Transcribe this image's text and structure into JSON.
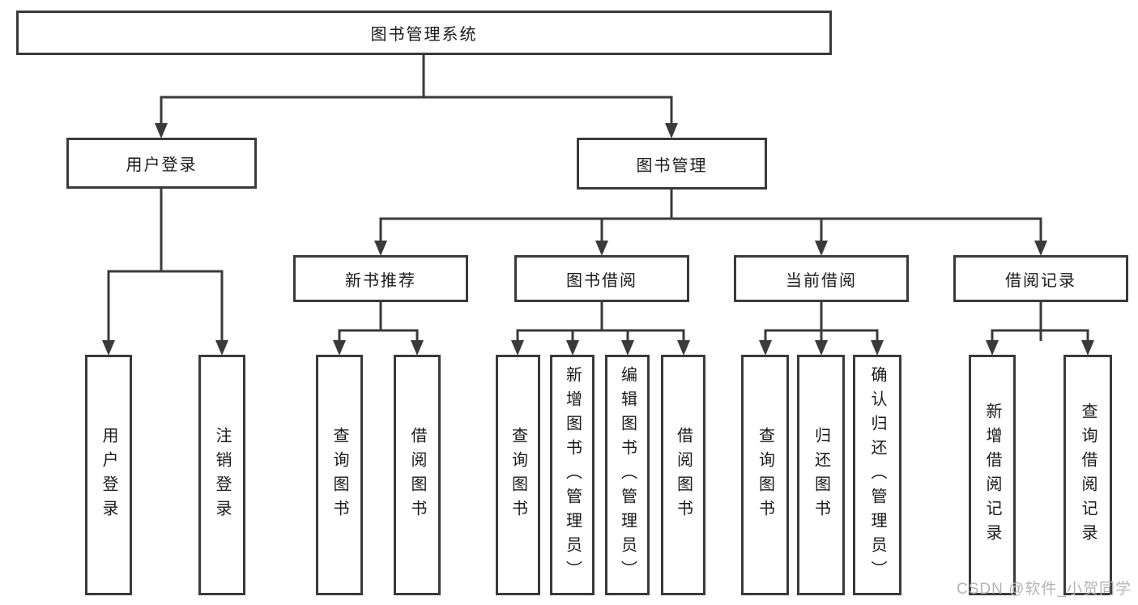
{
  "diagram": {
    "title": "图书管理系统",
    "tree": {
      "root": {
        "label": "图书管理系统"
      },
      "level2": [
        {
          "label": "用户登录",
          "children": [
            "用户登录",
            "注销登录"
          ]
        },
        {
          "label": "图书管理",
          "children": [
            {
              "label": "新书推荐",
              "children": [
                "查询图书",
                "借阅图书"
              ]
            },
            {
              "label": "图书借阅",
              "children": [
                "查询图书",
                "新增图书（管理员）",
                "编辑图书（管理员）",
                "借阅图书"
              ]
            },
            {
              "label": "当前借阅",
              "children": [
                "查询图书",
                "归还图书",
                "确认归还（管理员）"
              ]
            },
            {
              "label": "借阅记录",
              "children": [
                "新增借阅记录",
                "查询借阅记录"
              ]
            }
          ]
        }
      ]
    },
    "watermark": "CSDN @软件_小贺同学",
    "colors": {
      "background": "#ffffff",
      "line": "#3a3a3a",
      "box_border": "#3a3a3a",
      "box_fill": "#ffffff",
      "text": "#1a1a1a",
      "watermark": "#b4b4b4"
    }
  }
}
